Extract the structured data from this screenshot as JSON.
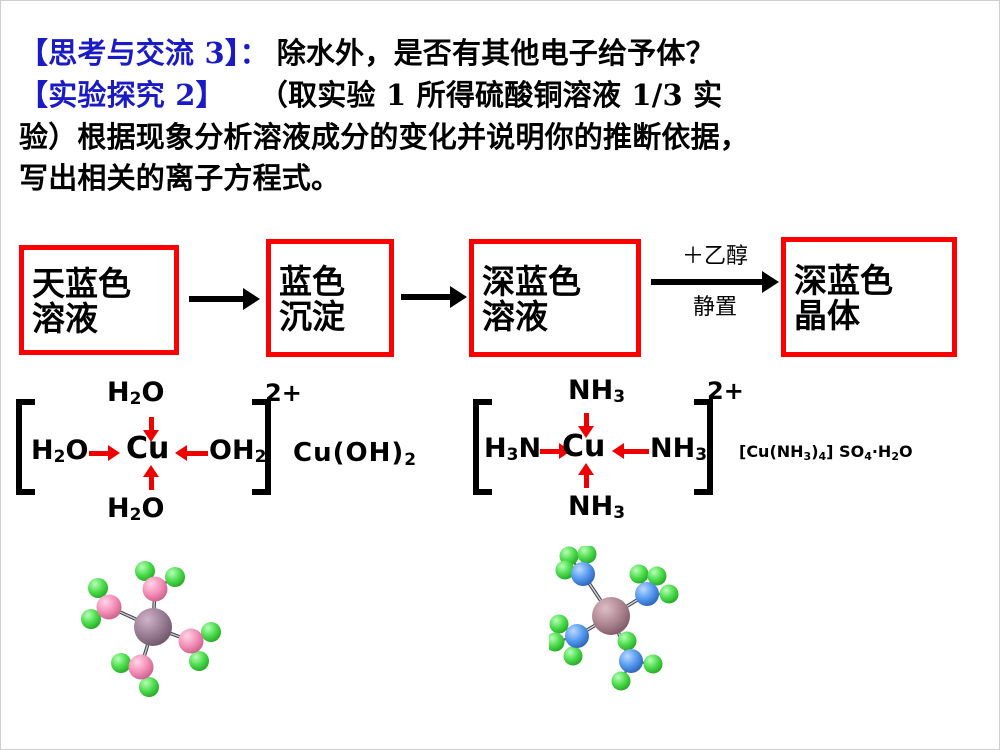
{
  "slide": {
    "background_color": "#ffffff",
    "accent_blue": "#1b1bc6",
    "accent_red": "#ff0000",
    "arrow_red": "#ee0000"
  },
  "header": {
    "line1_tag": "【思考与交流 3】",
    "line1_sep": "：",
    "line1_text": "除水外，是否有其他电子给予体？",
    "line2_tag": "【实验探究 2】",
    "line2_text": "（取实验 1 所得硫酸铜溶液 1/3 实",
    "line3_text": "验）根据现象分析溶液成分的变化并说明你的推断依据，",
    "line4_text": "写出相关的离子方程式。"
  },
  "flow": {
    "boxes": [
      {
        "line1": "天蓝色",
        "line2": "溶液"
      },
      {
        "line1": "蓝色",
        "line2": "沉淀"
      },
      {
        "line1": "深蓝色",
        "line2": "溶液"
      },
      {
        "line1": "深蓝色",
        "line2": "晶体"
      }
    ],
    "arrow3_label_top": "＋乙醇",
    "arrow3_label_bottom": "静置"
  },
  "complex1": {
    "bracket_open": "[",
    "bracket_close": "]",
    "charge": "2+",
    "center": "Cu",
    "ligand_top": "H2O",
    "ligand_left": "H2O",
    "ligand_right": "OH2",
    "ligand_bottom": "H2O",
    "ligand_top_main": "H",
    "ligand_top_sub": "2",
    "ligand_top_tail": "O",
    "ligand_left_main": "H",
    "ligand_left_sub": "2",
    "ligand_left_tail": "O",
    "ligand_right_main": "OH",
    "ligand_right_sub": "2",
    "ligand_right_tail": "",
    "ligand_bottom_main": "H",
    "ligand_bottom_sub": "2",
    "ligand_bottom_tail": "O",
    "side_formula_main": "Cu(OH)",
    "side_formula_sub": "2"
  },
  "complex2": {
    "bracket_open": "[",
    "bracket_close": "]",
    "charge": "2+",
    "center": "Cu",
    "ligand_top_main": "NH",
    "ligand_top_sub": "3",
    "ligand_left_main": "H",
    "ligand_left_sub": "3",
    "ligand_left_tail": "N",
    "ligand_right_main": "NH",
    "ligand_right_sub": "3",
    "ligand_bottom_main": "NH",
    "ligand_bottom_sub": "3",
    "side_formula": {
      "p1": "[Cu(NH",
      "s1": "3",
      "p2": ")",
      "s2": "4",
      "p3": "] SO",
      "s3": "4",
      "p4": "·H",
      "s4": "2",
      "p5": "O"
    }
  },
  "models": {
    "model1_name": "tetraaquacopper-ball-and-stick",
    "model1_center_color": "#9b7f96",
    "model1_ligand_color": "#f48fb8",
    "model1_hydrogen_color": "#4ddc4d",
    "model2_name": "tetraamminecopper-ball-and-stick",
    "model2_center_color": "#b08894",
    "model2_ligand_color": "#5599ef",
    "model2_hydrogen_color": "#4ddc4d"
  }
}
